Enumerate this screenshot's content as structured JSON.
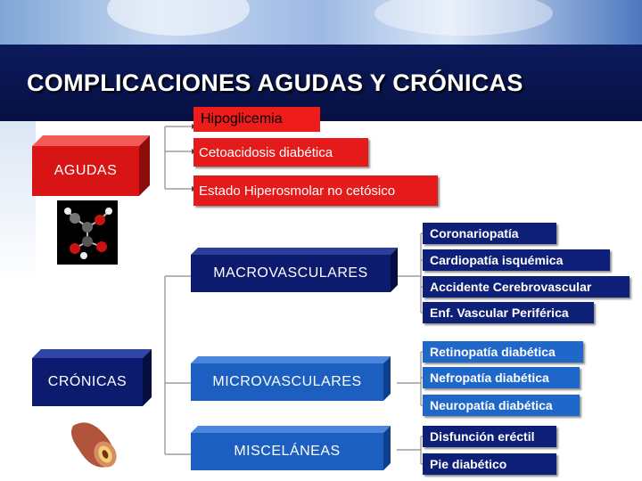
{
  "title": "COMPLICACIONES AGUDAS Y CRÓNICAS",
  "categories": {
    "agudas": {
      "label": "AGUDAS",
      "items": [
        "Hipoglicemia",
        "Cetoacidosis diabética",
        "Estado Hiperosmolar no cetósico"
      ]
    },
    "cronicas": {
      "label": "CRÓNICAS",
      "groups": {
        "macro": {
          "label": "MACROVASCULARES",
          "items": [
            "Coronariopatía",
            "Cardiopatía isquémica",
            "Accidente Cerebrovascular",
            "Enf. Vascular Periférica"
          ]
        },
        "micro": {
          "label": "MICROVASCULARES",
          "items": [
            "Retinopatía diabética",
            "Nefropatía diabética",
            "Neuropatía diabética"
          ]
        },
        "misc": {
          "label": "MISCELÁNEAS",
          "items": [
            "Disfunción eréctil",
            "Pie diabético"
          ]
        }
      }
    }
  },
  "colors": {
    "title_bg": "#0c1a5c",
    "acute": "#e51b1b",
    "chronic_dark": "#0e1f78",
    "chronic_light": "#1f67c8",
    "connector": "#8a8a8a"
  },
  "icons": {
    "acute_image": "molecule-icon",
    "chronic_image": "blood-vessel-icon"
  }
}
